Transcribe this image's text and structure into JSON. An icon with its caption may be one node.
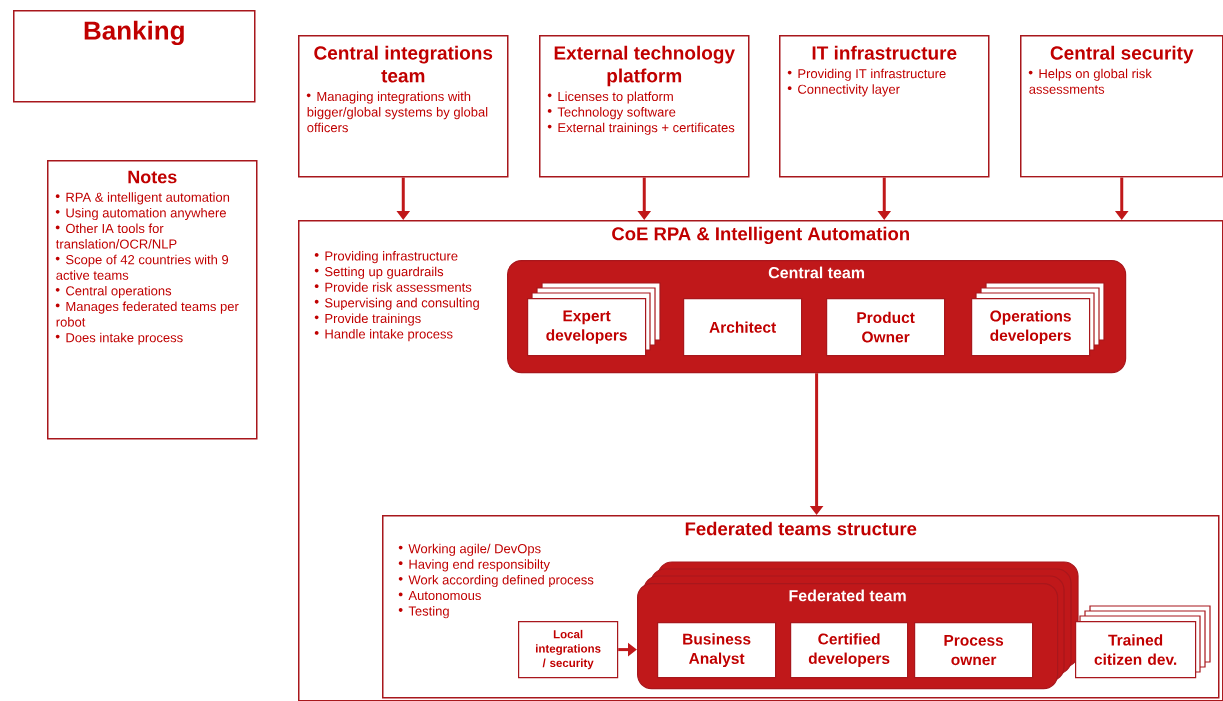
{
  "diagram": {
    "nodes": [
      {
        "text": [
          "Banking"
        ]
      },
      {
        "text": [
          "Notes",
          "RPA & intelligent automation",
          "Using automation anywhere",
          "Other IA tools for translation/OCR/NLP",
          "Scope of 42 countries with 9 active teams",
          "Central operations",
          "Manages federated teams per robot",
          "Does intake process"
        ]
      },
      {
        "text": [
          "Central integrations team",
          "Managing integrations with bigger/global systems by global officers"
        ]
      },
      {
        "text": [
          "External technology platform",
          "Licenses to platform",
          "Technology software",
          "External trainings + certificates"
        ]
      },
      {
        "text": [
          "IT infrastructure",
          "Providing IT infrastructure",
          "Connectivity layer"
        ]
      },
      {
        "text": [
          "Central security",
          "Helps on global risk assessments"
        ]
      },
      {
        "text": [
          "CoE RPA & Intelligent Automation",
          "Providing infrastructure",
          "Setting up guardrails",
          "Provide risk assessments",
          "Supervising and consulting",
          "Provide trainings",
          "Handle intake process"
        ]
      },
      {
        "text": [
          "Central team"
        ],
        "in": 6
      },
      {
        "text": [
          "Expert developers"
        ],
        "in": 7
      },
      {
        "text": [
          "Architect"
        ],
        "in": 7
      },
      {
        "text": [
          "Product Owner"
        ],
        "in": 7
      },
      {
        "text": [
          "Operations developers"
        ],
        "in": 7
      },
      {
        "text": [
          "Federated teams structure",
          "Working agile/ DevOps",
          "Having end responsibilty",
          "Work according defined process",
          "Autonomous",
          "Testing"
        ],
        "in": 6
      },
      {
        "text": [
          "Local integrations / security"
        ],
        "in": 12
      },
      {
        "text": [
          "Federated team"
        ],
        "in": 12
      },
      {
        "text": [
          "Business Analyst"
        ],
        "in": 14
      },
      {
        "text": [
          "Certified developers"
        ],
        "in": 14
      },
      {
        "text": [
          "Process owner"
        ],
        "in": 14
      },
      {
        "text": [
          "Trained citizen dev."
        ],
        "in": 12
      }
    ],
    "edges": [
      {
        "from": 2,
        "to": 6,
        "arrow": "to"
      },
      {
        "from": 3,
        "to": 6,
        "arrow": "to"
      },
      {
        "from": 4,
        "to": 6,
        "arrow": "to"
      },
      {
        "from": 5,
        "to": 6,
        "arrow": "to"
      },
      {
        "from": 7,
        "to": 12,
        "arrow": "to"
      },
      {
        "from": 13,
        "to": 14,
        "arrow": "to"
      }
    ]
  }
}
